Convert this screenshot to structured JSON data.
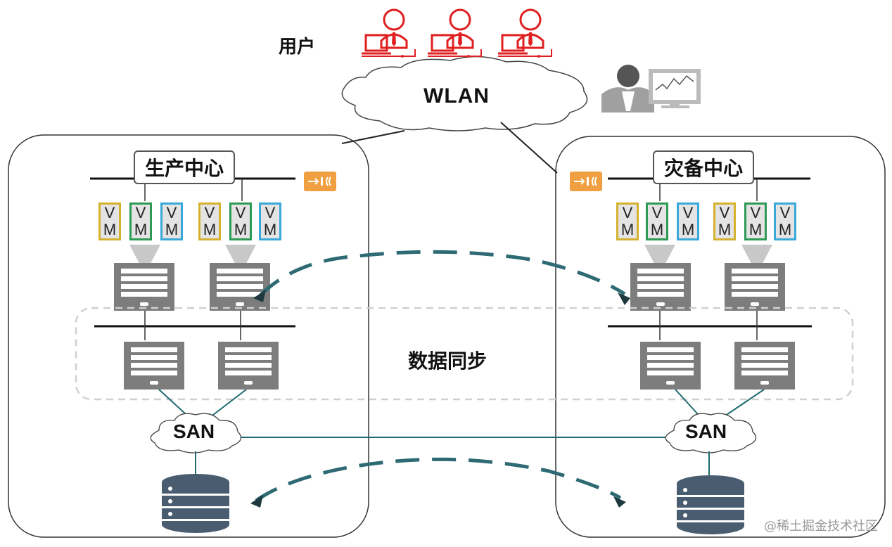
{
  "users": {
    "label": "用户",
    "icon": "user-laptop-icon",
    "count": 3,
    "color": "#e02020"
  },
  "network": {
    "label": "WLAN"
  },
  "admin": {
    "icon": "admin-monitor-icon"
  },
  "production_center": {
    "title": "生产中心",
    "san_label": "SAN"
  },
  "dr_center": {
    "title": "灾备中心",
    "san_label": "SAN"
  },
  "sync": {
    "label": "数据同步"
  },
  "vm": {
    "top": "V",
    "bottom": "M"
  },
  "watermark": "@稀土掘金技术社区",
  "colors": {
    "arrow": "#2e6a73",
    "arrow_light": "#5fb9c9",
    "server": "#7d7d7d",
    "line": "#1f6a6e"
  }
}
